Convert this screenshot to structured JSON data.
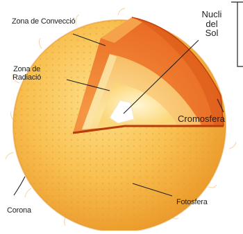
{
  "labels": {
    "convection": "Zona de Convecció",
    "radiation_line1": "Zona de",
    "radiation_line2": "Radiació",
    "core_line1": "Nucli",
    "core_line2": "del",
    "core_line3": "Sol",
    "chromosphere": "Cromosfera",
    "photosphere": "Fotosfera",
    "corona": "Corona"
  },
  "colors": {
    "surface": "#f6b23a",
    "surface_light": "#fde08a",
    "convection_zone": "#f07a2a",
    "radiation_zone": "#f9b45c",
    "core": "#ffffff",
    "cut_edge": "#c2410c",
    "leader_line": "#222222"
  }
}
